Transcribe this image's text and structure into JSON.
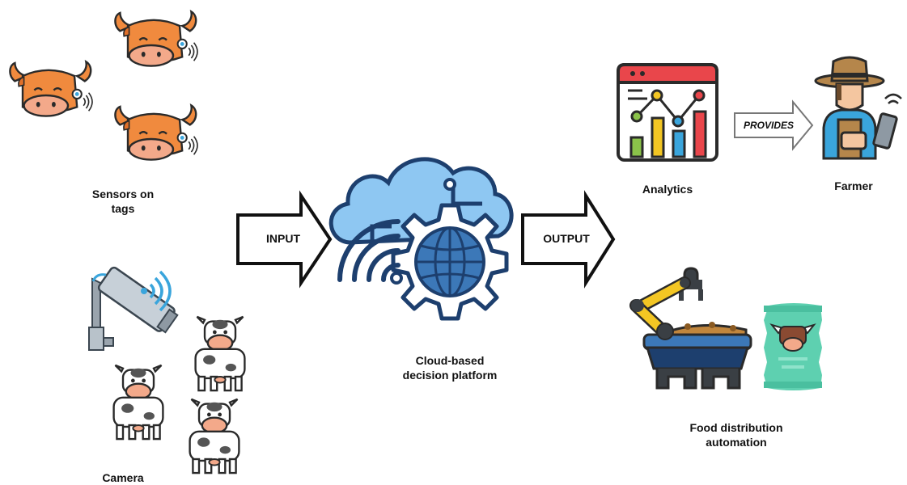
{
  "labels": {
    "sensors_line1": "Sensors on",
    "sensors_line2": "tags",
    "camera": "Camera",
    "cloud_line1": "Cloud-based",
    "cloud_line2": "decision platform",
    "analytics": "Analytics",
    "farmer": "Farmer",
    "food_line1": "Food distribution",
    "food_line2": "automation"
  },
  "arrows": {
    "input": "INPUT",
    "output": "OUTPUT",
    "provides": "PROVIDES"
  },
  "icons": {
    "sensor_cows": "cow-with-ear-tag-sensor-icon",
    "camera": "security-camera-icon",
    "camera_cows": "dairy-cow-icon",
    "cloud": "cloud-globe-gear-icon",
    "analytics": "analytics-dashboard-icon",
    "farmer": "farmer-with-tablet-icon",
    "feeder": "robotic-feeder-icon",
    "feed_bag": "cattle-feed-bag-icon"
  },
  "colors": {
    "cow_orange": "#F08A3E",
    "cloud_blue": "#8EC7F2",
    "navy": "#1D3F6E",
    "globe_blue": "#3C78B8",
    "arm_yellow": "#F3C623",
    "feed_green": "#5ED0B0"
  }
}
